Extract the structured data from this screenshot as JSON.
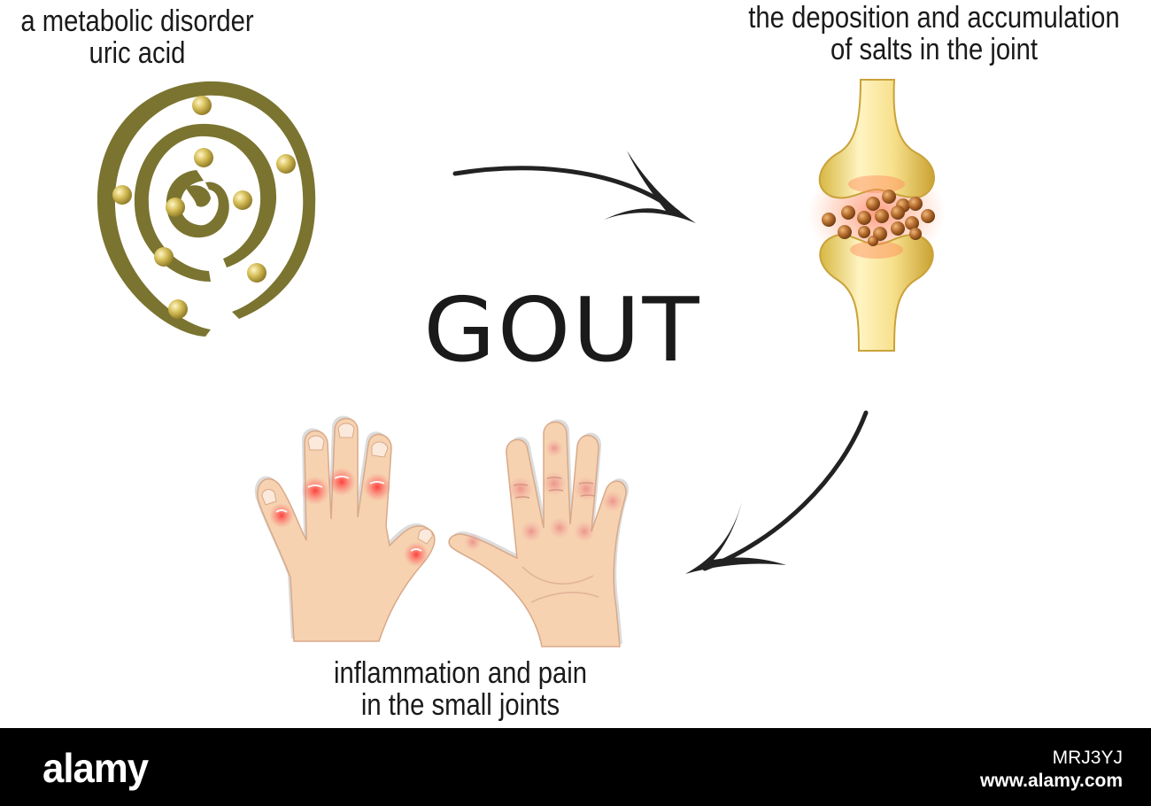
{
  "diagram": {
    "title": "GOUT",
    "stages": [
      {
        "line1": "a metabolic disorder",
        "line2": "uric acid"
      },
      {
        "line1": "the deposition and accumulation",
        "line2": "of salts in the joint"
      },
      {
        "line1": "inflammation and pain",
        "line2": "in the small joints"
      }
    ]
  },
  "footer": {
    "brand": "alamy",
    "image_id": "MRJ3YJ",
    "site": "www.alamy.com"
  },
  "colors": {
    "spiral": "#7a7430",
    "bead": "#c9b24a",
    "bone": "#f3de8c",
    "salt": "#a8621f",
    "inflammation": "#ee4b4b",
    "skin": "#f6d2b0",
    "arrow": "#222222"
  },
  "icons": [
    "spiral-icon",
    "joint-bone-icon",
    "hands-icon",
    "arrow-icon"
  ]
}
